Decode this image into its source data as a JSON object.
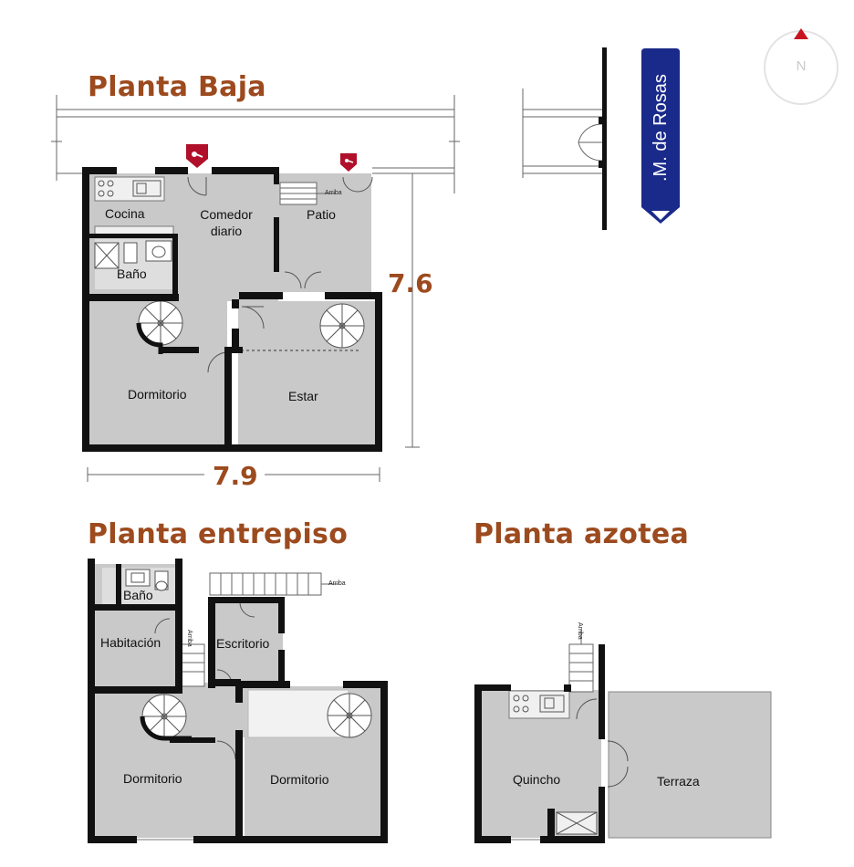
{
  "compass": {
    "north_label": "N"
  },
  "street": {
    "name": ".M. de Rosas"
  },
  "stair_label": "Arriba",
  "planta_baja": {
    "heading": "Planta Baja",
    "rooms": {
      "cocina": "Cocina",
      "comedor_line1": "Comedor",
      "comedor_line2": "diario",
      "patio": "Patio",
      "bano": "Baño",
      "dormitorio": "Dormitorio",
      "estar": "Estar"
    },
    "dim_height": "7.6",
    "dim_width": "7.9"
  },
  "planta_entrepiso": {
    "heading": "Planta entrepiso",
    "rooms": {
      "bano": "Baño",
      "habitacion": "Habitación",
      "escritorio": "Escritorio",
      "dormitorio_left": "Dormitorio",
      "dormitorio_right": "Dormitorio"
    }
  },
  "planta_azotea": {
    "heading": "Planta azotea",
    "rooms": {
      "quincho": "Quincho",
      "terraza": "Terraza"
    }
  }
}
